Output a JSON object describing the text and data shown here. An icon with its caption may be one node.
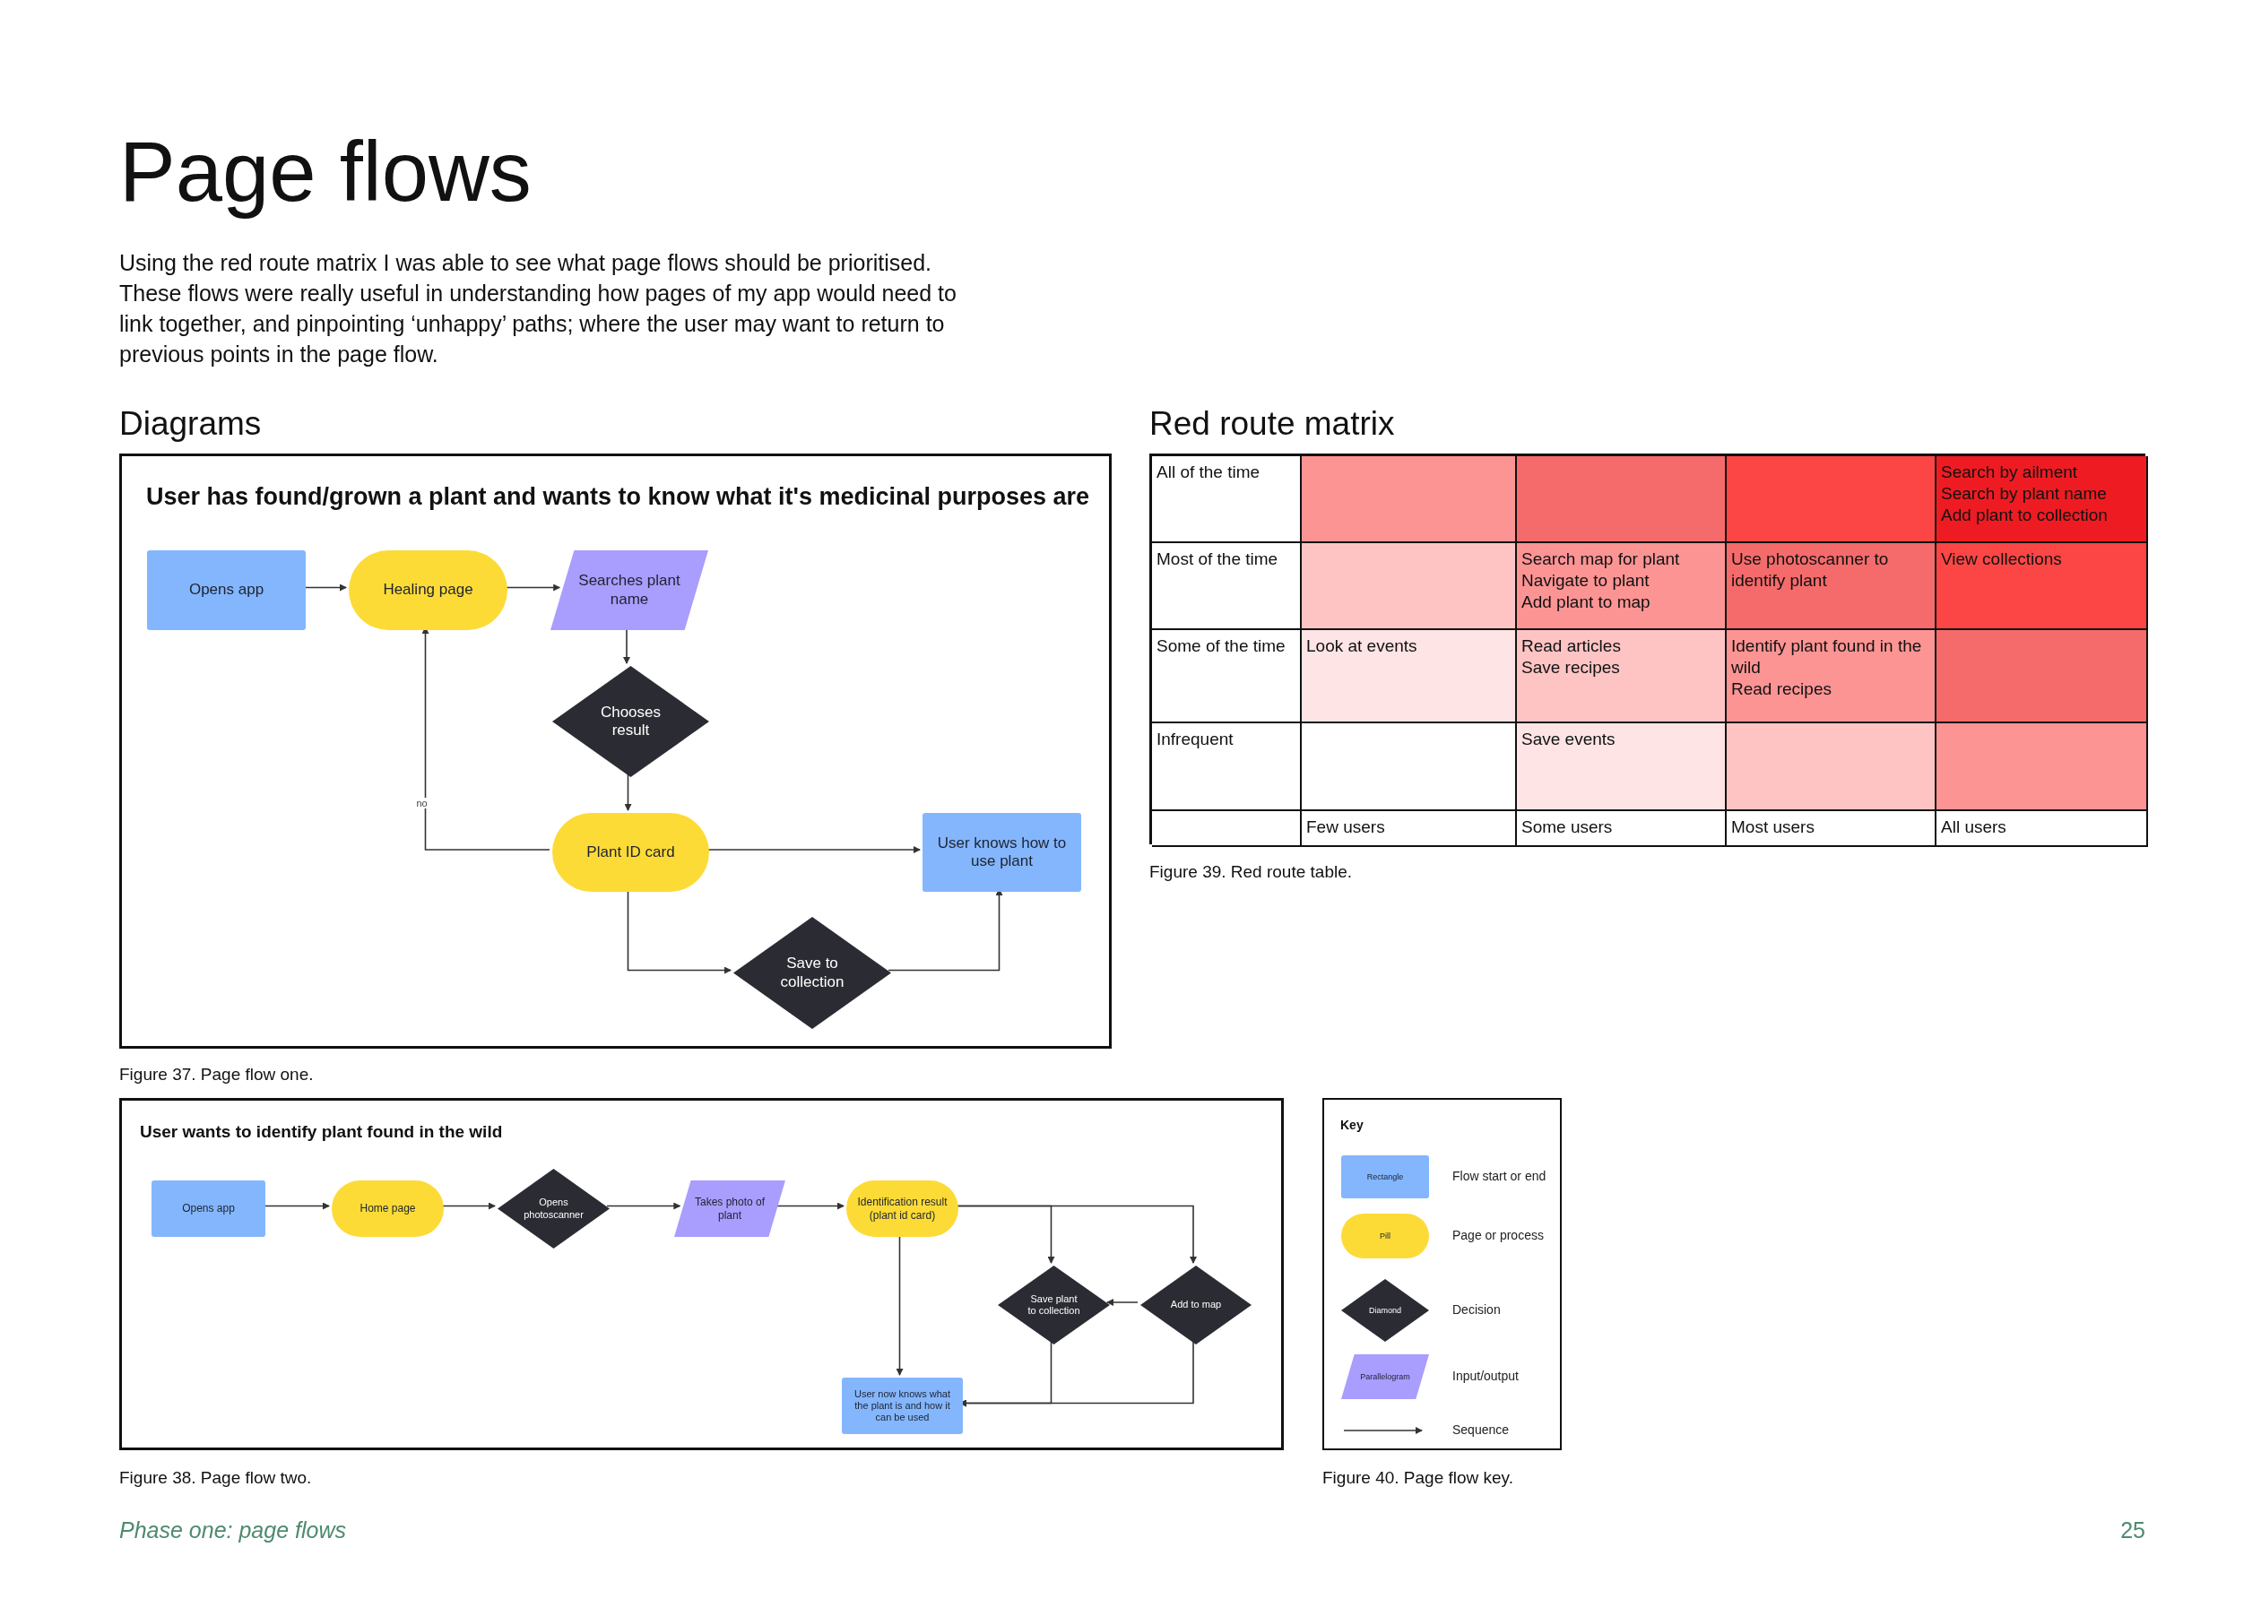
{
  "diagram": {
    "title": "Page flows",
    "nodes": [
      {
        "text": [
          "User has found/grown a plant and wants to know what it's medicinal purposes are"
        ]
      },
      {
        "text": [
          "Opens app"
        ],
        "in": 0
      },
      {
        "text": [
          "Healing page"
        ],
        "in": 0
      },
      {
        "text": [
          "Searches plant name"
        ],
        "in": 0
      },
      {
        "text": [
          "Chooses result"
        ],
        "in": 0
      },
      {
        "text": [
          "Plant ID card"
        ],
        "in": 0
      },
      {
        "text": [
          "User knows how to use plant"
        ],
        "in": 0
      },
      {
        "text": [
          "Save to collection"
        ],
        "in": 0
      },
      {
        "text": [
          "User wants to identify plant found in the wild"
        ]
      },
      {
        "text": [
          "Opens app"
        ],
        "in": 8
      },
      {
        "text": [
          "Home page"
        ],
        "in": 8
      },
      {
        "text": [
          "Opens photoscanner"
        ],
        "in": 8
      },
      {
        "text": [
          "Takes photo of plant"
        ],
        "in": 8
      },
      {
        "text": [
          "Identification result (plant id card)"
        ],
        "in": 8
      },
      {
        "text": [
          "Save plant to collection"
        ],
        "in": 8
      },
      {
        "text": [
          "Add to map"
        ],
        "in": 8
      },
      {
        "text": [
          "User now knows what the plant is and how it can be used"
        ],
        "in": 8
      },
      {
        "text": [
          "Key"
        ]
      },
      {
        "text": [
          "Rectangle"
        ],
        "in": 17,
        "beside": [
          "Flow start or end"
        ]
      },
      {
        "text": [
          "Pill"
        ],
        "in": 17,
        "beside": [
          "Page or process"
        ]
      },
      {
        "text": [
          "Diamond"
        ],
        "in": 17,
        "beside": [
          "Decision"
        ]
      },
      {
        "text": [
          "Parallelogram"
        ],
        "in": 17,
        "beside": [
          "Input/output"
        ]
      }
    ],
    "edges": [
      {
        "from": 1,
        "to": 2,
        "arrow": "to"
      },
      {
        "from": 2,
        "to": 3,
        "arrow": "to"
      },
      {
        "from": 3,
        "to": 4,
        "arrow": "to"
      },
      {
        "from": 4,
        "to": 5,
        "arrow": "to"
      },
      {
        "from": 5,
        "to": 2,
        "arrow": "to",
        "label": "no"
      },
      {
        "from": 5,
        "to": 6,
        "arrow": "to"
      },
      {
        "from": 5,
        "to": 7,
        "arrow": "to"
      },
      {
        "from": 7,
        "to": 6,
        "arrow": "to"
      },
      {
        "from": 9,
        "to": 10,
        "arrow": "to"
      },
      {
        "from": 10,
        "to": 11,
        "arrow": "to"
      },
      {
        "from": 11,
        "to": 12,
        "arrow": "to"
      },
      {
        "from": 12,
        "to": 13,
        "arrow": "to"
      },
      {
        "from": 13,
        "to": 14,
        "arrow": "to"
      },
      {
        "from": 13,
        "to": 15,
        "arrow": "to"
      },
      {
        "from": 15,
        "to": 14,
        "arrow": "to"
      },
      {
        "from": 13,
        "to": 16,
        "arrow": "to"
      },
      {
        "from": 14,
        "to": 16,
        "arrow": "to"
      },
      {
        "from": 15,
        "to": 16,
        "arrow": "to"
      }
    ],
    "labels": [
      "Using the red route matrix I was able to see what page flows should be prioritised. These flows were really useful in understanding how pages of my app would need to link together, and pinpointing ‘unhappy’ paths; where the user may want to return to previous points in the page flow.",
      "Diagrams",
      "Red route matrix",
      "All of the time",
      "Search by ailment",
      "Search  by plant name",
      "Add plant to collection",
      "Most of the time",
      "Search map for plant",
      "Navigate to plant",
      "Add plant to map",
      "Use photoscanner to identify plant",
      "View collections",
      "Some of the time",
      "Look at events",
      "Read articles",
      "Save recipes",
      "Identify plant found in the wild",
      "Read recipes",
      "Infrequent",
      "Save events",
      "Few users",
      "Some users",
      "Most users",
      "All users",
      "Figure 39. Red route table.",
      "Figure 37. Page flow one.",
      "Figure 38. Page flow two.",
      "Figure 40. Page flow key.",
      "Phase one: page flows",
      "25"
    ],
    "legend": [
      {
        "text": "Sequence"
      }
    ]
  }
}
